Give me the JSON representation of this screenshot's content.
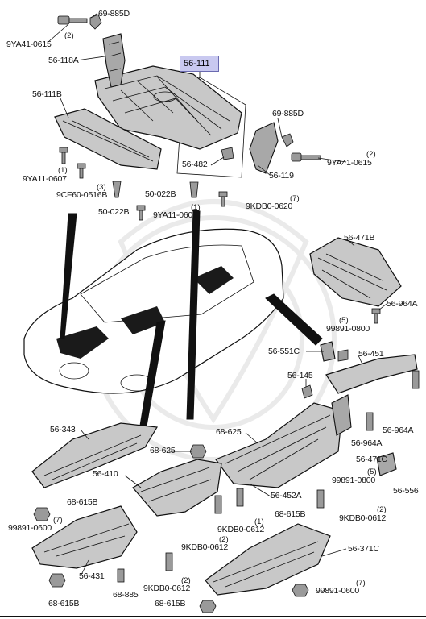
{
  "highlighted_part": "56-111",
  "labels": {
    "p69885D_top": "69-885D",
    "p9YA41_0615_top": "9YA41-0615",
    "q2_top": "(2)",
    "p56118A": "56-118A",
    "p56111B": "56-111B",
    "p69885D_right": "69-885D",
    "p9YA41_0615_right": "9YA41-0615",
    "q2_right": "(2)",
    "p56482": "56-482",
    "p56119": "56-119",
    "p9YA11_0607_left": "9YA11-0607",
    "q1_left": "(1)",
    "p9CF60_0516B": "9CF60-0516B",
    "q3_left": "(3)",
    "p50022B_left": "50-022B",
    "p50022B_mid": "50-022B",
    "p9YA11_0607_mid": "9YA11-0607",
    "q1_mid": "(1)",
    "p9KDB0_0620": "9KDB0-0620",
    "q7_top": "(7)",
    "p56471B": "56-471B",
    "p56964A_top": "56-964A",
    "p99891_0800_top": "99891-0800",
    "q5_top": "(5)",
    "p56551C": "56-551C",
    "p56451": "56-451",
    "p56145": "56-145",
    "p56964A_right": "56-964A",
    "p56964A_mid": "56-964A",
    "p56471C": "56-471C",
    "p99891_0800_bot": "99891-0800",
    "q5_bot": "(5)",
    "p56556": "56-556",
    "p56343": "56-343",
    "p68625_left": "68-625",
    "p68625_mid": "68-625",
    "p56410": "56-410",
    "p68615B_left": "68-615B",
    "p99891_0600_left": "99891-0600",
    "q7_left": "(7)",
    "p56452A": "56-452A",
    "p68615B_mid": "68-615B",
    "p9KDB0_0612_a": "9KDB0-0612",
    "q2_a": "(2)",
    "p9KDB0_0612_b": "9KDB0-0612",
    "q1_b": "(1)",
    "p9KDB0_0612_c": "9KDB0-0612",
    "q2_c": "(2)",
    "p56371C": "56-371C",
    "p56431": "56-431",
    "p68885": "68-885",
    "p68615B_bot_left": "68-615B",
    "p9KDB0_0612_d": "9KDB0-0612",
    "q2_d": "(2)",
    "p68615B_bot": "68-615B",
    "p99891_0600_bot": "99891-0600",
    "q7_bot": "(7)"
  }
}
